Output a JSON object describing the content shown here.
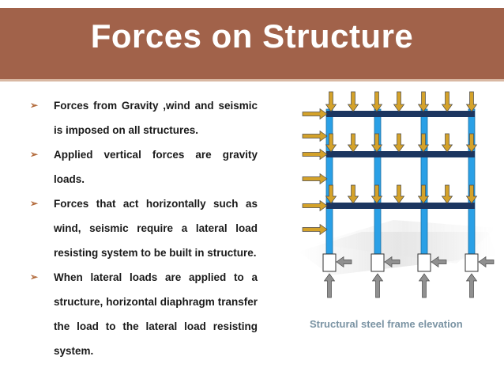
{
  "slide": {
    "title": "Forces on Structure",
    "bullets": [
      {
        "text": "Forces from Gravity ,wind and seismic is imposed on all structures."
      },
      {
        "text": "Applied vertical forces are gravity loads."
      },
      {
        "text": "Forces that act horizontally such as wind, seismic require a lateral load resisting system to be built in structure."
      },
      {
        "text": "When lateral loads are applied to a structure, horizontal diaphragm transfer the load to the lateral load resisting system."
      }
    ],
    "bullet_marker": "➢",
    "figure_caption": "Structural steel frame elevation"
  },
  "colors": {
    "banner": "#a1624a",
    "title_text": "#ffffff",
    "bullet_marker": "#b36b3c",
    "caption": "#7a93a3",
    "column": "#2aa0e6",
    "beam": "#1c3660",
    "arrow_load": "#d4a22a",
    "arrow_reaction": "#909090"
  },
  "icons": {
    "gravity_load": "down-arrow-icon",
    "lateral_load": "right-arrow-icon",
    "lateral_reaction": "left-arrow-icon",
    "support_reaction": "up-arrow-icon"
  }
}
